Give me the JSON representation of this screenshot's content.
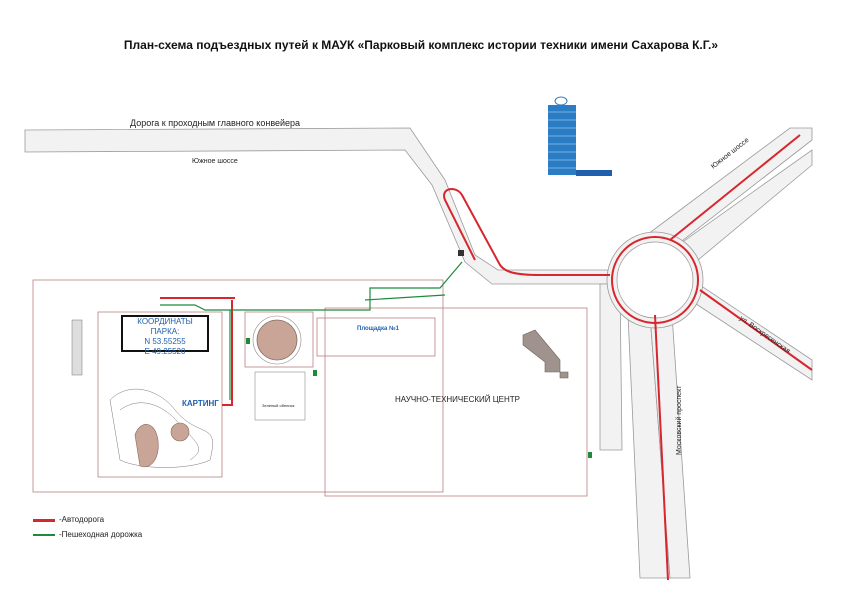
{
  "title": "План-схема подъездных путей к МАУК «Парковый комплекс истории техники имени Сахарова К.Г.»",
  "labels": {
    "road_conveyor": "Дорога к проходным главного конвейера",
    "south_highway": "Южное шоссе",
    "south_highway_right": "Южное шоссе",
    "voskresenskaya": "ул. Воскресенская",
    "moskovsky": "Московский проспект",
    "ntc": "НАУЧНО-ТЕХНИЧЕСКИЙ ЦЕНТР",
    "ploshchadka": "Площадка №1",
    "karting": "КАРТИНГ",
    "zeleny": "Зеленый обелиск"
  },
  "coordinates": {
    "heading": "КООРДИНАТЫ ПАРКА:",
    "lat": "N 53.55255",
    "lon": "E 49.25520"
  },
  "legend": [
    {
      "label": "-Автодорога",
      "color": "#d7262e"
    },
    {
      "label": "-Пешеходная дорожка",
      "color": "#1f8a3c"
    }
  ],
  "colors": {
    "road_fill": "#f1f1f1",
    "road_edge": "#9a9a9a",
    "car_route": "#d7262e",
    "walk_route": "#1f8a3c",
    "tower": "#2a7dc4",
    "building": "#a0928c",
    "arena": "#c9a597"
  }
}
